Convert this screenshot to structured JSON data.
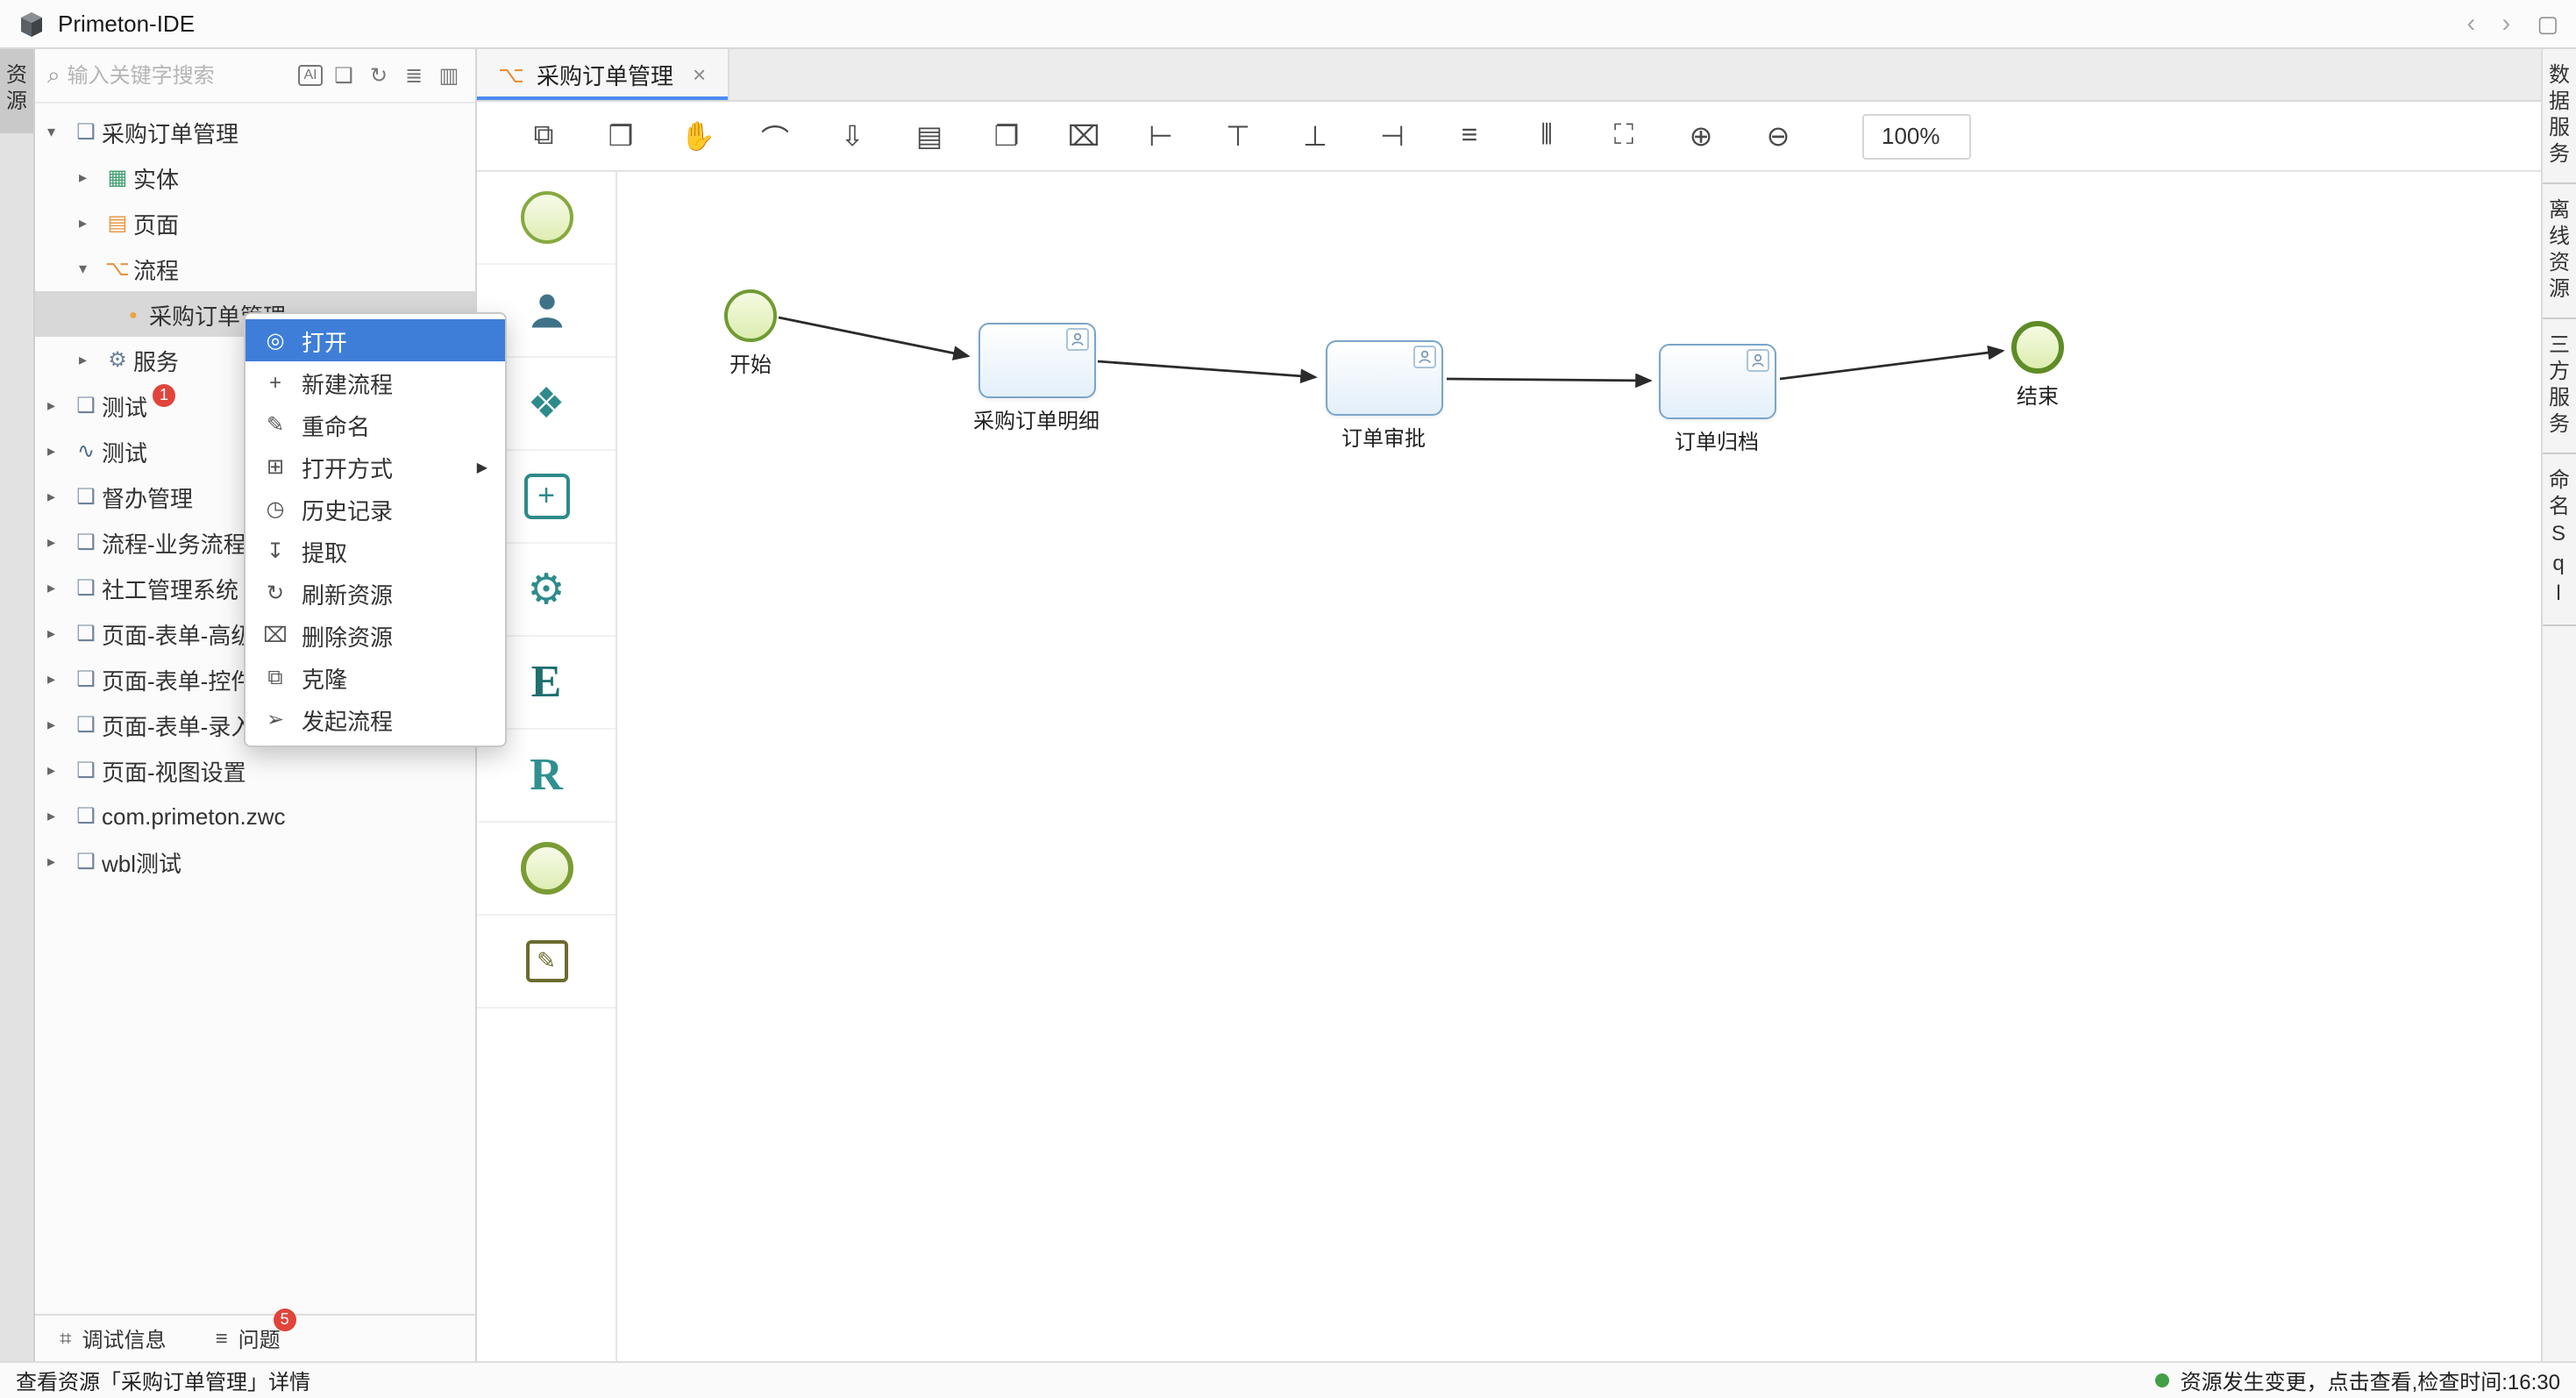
{
  "window": {
    "title": "Primeton-IDE",
    "nav_back": "‹",
    "nav_forward": "›",
    "window_icon": "▢"
  },
  "left_rail": {
    "tab": "资源"
  },
  "sidebar": {
    "search": {
      "magnifier": "⌕",
      "placeholder": "输入关键字搜索",
      "icons": [
        {
          "name": "ai-assistant",
          "glyph": "AI"
        },
        {
          "name": "package-filter",
          "glyph": "❑"
        },
        {
          "name": "refresh",
          "glyph": "↻"
        },
        {
          "name": "sort",
          "glyph": "≣"
        },
        {
          "name": "view-mode",
          "glyph": "▥"
        }
      ]
    },
    "tree": [
      {
        "arrow": "▾",
        "icon": "❑",
        "label": "采购订单管理"
      },
      {
        "arrow": "▸",
        "icon": "▦",
        "label": "实体"
      },
      {
        "arrow": "▸",
        "icon": "▤",
        "label": "页面"
      },
      {
        "arrow": "▾",
        "icon": "⌥",
        "label": "流程"
      },
      {
        "icon": "●",
        "label": "采购订单管理",
        "selected": true
      },
      {
        "arrow": "▸",
        "icon": "⚙",
        "label": "服务"
      },
      {
        "arrow": "▸",
        "icon": "❑",
        "label": "测试",
        "badge": "1"
      },
      {
        "arrow": "▸",
        "icon": "∿",
        "label": "测试"
      },
      {
        "arrow": "▸",
        "icon": "❑",
        "label": "督办管理"
      },
      {
        "arrow": "▸",
        "icon": "❑",
        "label": "流程-业务流程配置"
      },
      {
        "arrow": "▸",
        "icon": "❑",
        "label": "社工管理系统"
      },
      {
        "arrow": "▸",
        "icon": "❑",
        "label": "页面-表单-高级"
      },
      {
        "arrow": "▸",
        "icon": "❑",
        "label": "页面-表单-控件"
      },
      {
        "arrow": "▸",
        "icon": "❑",
        "label": "页面-表单-录入"
      },
      {
        "arrow": "▸",
        "icon": "❑",
        "label": "页面-视图设置"
      },
      {
        "arrow": "▸",
        "icon": "❑",
        "label": "com.primeton.zwc"
      },
      {
        "arrow": "▸",
        "icon": "❑",
        "label": "wbl测试"
      }
    ],
    "footer": {
      "debug_icon": "⌗",
      "debug_label": "调试信息",
      "problems_icon": "≡",
      "problems_label": "问题",
      "problems_badge": "5"
    }
  },
  "context_menu": {
    "items": [
      {
        "icon": "◎",
        "label": "打开",
        "highlighted": true
      },
      {
        "icon": "+",
        "label": "新建流程"
      },
      {
        "icon": "✎",
        "label": "重命名"
      },
      {
        "icon": "⊞",
        "label": "打开方式",
        "submenu_arrow": "▶"
      },
      {
        "icon": "◷",
        "label": "历史记录"
      },
      {
        "icon": "↧",
        "label": "提取"
      },
      {
        "icon": "↻",
        "label": "刷新资源"
      },
      {
        "icon": "⌧",
        "label": "删除资源"
      },
      {
        "icon": "⧉",
        "label": "克隆"
      },
      {
        "icon": "➢",
        "label": "发起流程"
      }
    ]
  },
  "editor": {
    "tab": {
      "icon": "⌥",
      "label": "采购订单管理",
      "close": "×"
    },
    "toolbar": {
      "icons": [
        {
          "name": "duplicate",
          "glyph": "⧉"
        },
        {
          "name": "clipboard",
          "glyph": "❒"
        },
        {
          "name": "hand",
          "glyph": "✋"
        },
        {
          "name": "lasso",
          "glyph": "⌒"
        },
        {
          "name": "download",
          "glyph": "⇩"
        },
        {
          "name": "document",
          "glyph": "▤"
        },
        {
          "name": "copy",
          "glyph": "❐"
        },
        {
          "name": "delete",
          "glyph": "⌧"
        },
        {
          "name": "align-left",
          "glyph": "⊢"
        },
        {
          "name": "align-top",
          "glyph": "⊤"
        },
        {
          "name": "align-bottom",
          "glyph": "⊥"
        },
        {
          "name": "align-right",
          "glyph": "⊣"
        },
        {
          "name": "align-center",
          "glyph": "≡"
        },
        {
          "name": "distribute",
          "glyph": "⦀"
        },
        {
          "name": "fit-screen",
          "glyph": "⛶"
        },
        {
          "name": "zoom-in",
          "glyph": "⊕"
        },
        {
          "name": "zoom-out",
          "glyph": "⊖"
        }
      ],
      "zoom": "100%"
    },
    "palette": [
      {
        "name": "start-event"
      },
      {
        "name": "user-task"
      },
      {
        "name": "gateway",
        "glyph": "❖"
      },
      {
        "name": "task",
        "glyph": "+"
      },
      {
        "name": "service-task",
        "glyph": "⚙"
      },
      {
        "name": "entity-tool",
        "glyph": "E"
      },
      {
        "name": "rule-tool",
        "glyph": "R"
      },
      {
        "name": "end-event"
      },
      {
        "name": "form-tool",
        "glyph": "✎"
      }
    ],
    "canvas": {
      "nodes": [
        {
          "type": "start",
          "label": "开始"
        },
        {
          "type": "task",
          "label": "采购订单明细"
        },
        {
          "type": "task",
          "label": "订单审批"
        },
        {
          "type": "task",
          "label": "订单归档"
        },
        {
          "type": "end",
          "label": "结束"
        }
      ]
    }
  },
  "right_rail": {
    "tabs": [
      "数据服务",
      "离线资源",
      "三方服务",
      "命名Sql"
    ]
  },
  "status_bar": {
    "left": "查看资源「采购订单管理」详情",
    "right": "资源发生变更，点击查看,检查时间:16:30",
    "dot_color": "#43a047"
  }
}
